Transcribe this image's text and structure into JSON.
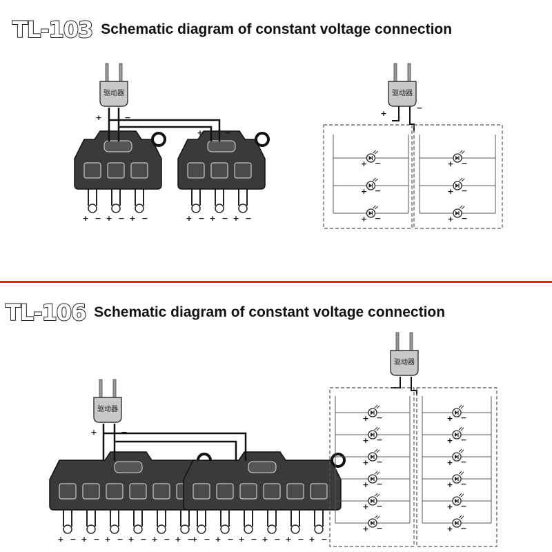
{
  "sections": [
    {
      "model": "TL-103",
      "heading": "Schematic diagram of constant voltage connection",
      "driver_label": "驱动器",
      "outlets_per_block": 3,
      "leds_per_column": 3
    },
    {
      "model": "TL-106",
      "heading": "Schematic diagram of constant voltage connection",
      "driver_label": "驱动器",
      "outlets_per_block": 6,
      "leds_per_column": 6
    }
  ],
  "polarity": {
    "plus": "+",
    "minus": "−"
  },
  "colors": {
    "divider": "#d92b2b",
    "connector": "#3a3a3a",
    "driver": "#c9c9c9",
    "led": "#222222"
  }
}
